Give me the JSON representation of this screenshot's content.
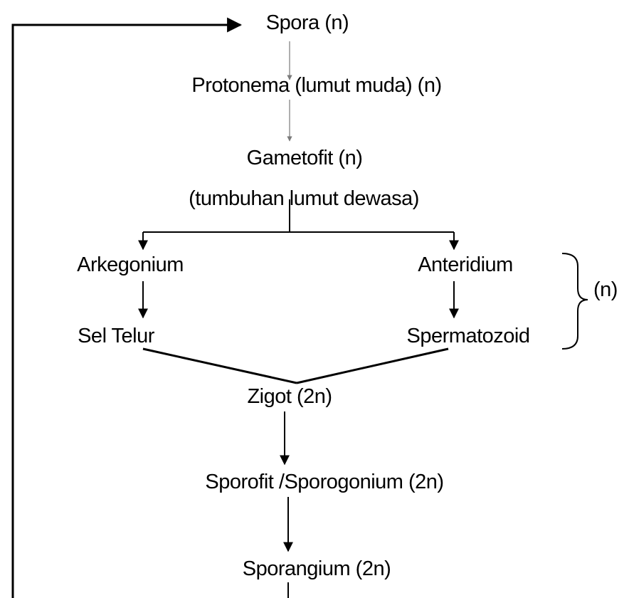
{
  "nodes": {
    "spora": "Spora (n)",
    "protonema": "Protonema (lumut muda)  (n)",
    "gametofit": "Gametofit (n)",
    "gametofit_desc": "(tumbuhan lumut dewasa)",
    "arkegonium": "Arkegonium",
    "anteridium": "Anteridium",
    "sel_telur": "Sel Telur",
    "spermatozoid": "Spermatozoid",
    "zigot": "Zigot (2n)",
    "sporofit": "Sporofit /Sporogonium (2n)",
    "sporangium": "Sporangium (2n)"
  },
  "bracket_label": "(n)",
  "colors": {
    "line": "#000000",
    "thin_line": "#7a7a7a",
    "text": "#000000",
    "background": "#ffffff"
  }
}
